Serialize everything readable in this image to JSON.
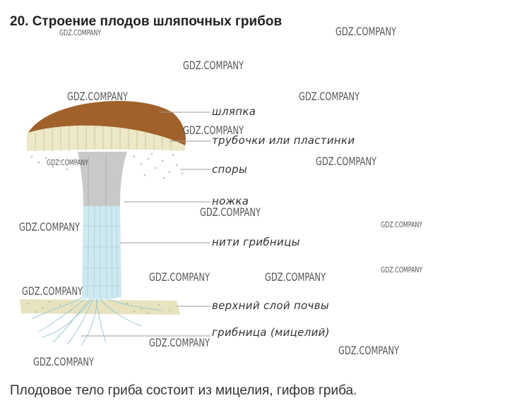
{
  "title": "20. Строение плодов шляпочных грибов",
  "labels": {
    "cap": "шляпка",
    "tubes": "трубочки или пластинки",
    "spores": "споры",
    "stem": "ножка",
    "hyphae": "нити грибницы",
    "soil": "верхний слой почвы",
    "mycelium": "грибница (мицелий)"
  },
  "caption": "Плодовое тело гриба состоит из мицелия, гифов гриба.",
  "watermark": "GDZ.COMPANY",
  "colors": {
    "cap": "#a0622a",
    "stem": "#c9c9c9",
    "hyphae": "#cfe9f0",
    "soil": "#e7e3bf",
    "leader": "#9a9a9a"
  }
}
